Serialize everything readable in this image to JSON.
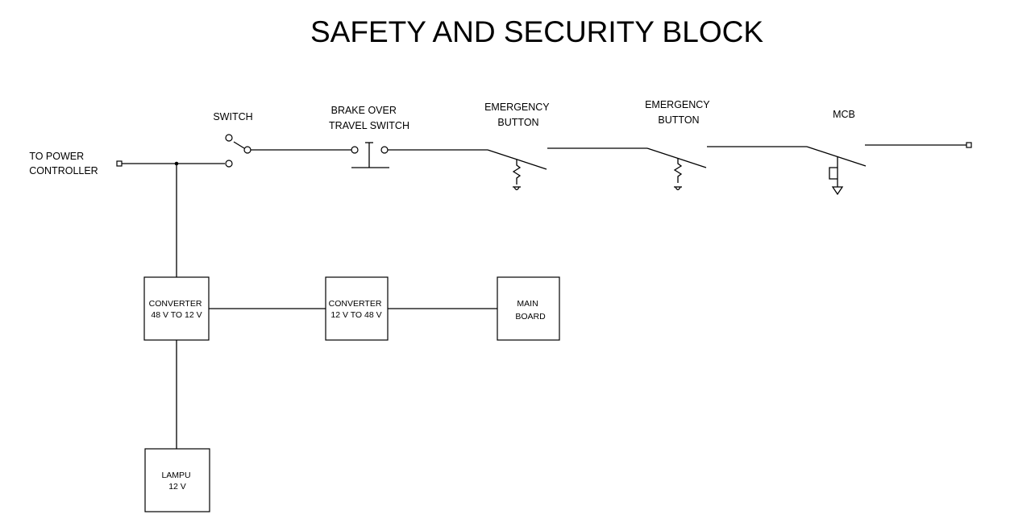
{
  "title": "SAFETY AND SECURITY BLOCK",
  "labels": {
    "power": [
      "TO POWER",
      "CONTROLLER"
    ],
    "switch": "SWITCH",
    "brake": [
      "BRAKE OVER",
      "TRAVEL SWITCH"
    ],
    "emergency1": [
      "EMERGENCY",
      "BUTTON"
    ],
    "emergency2": [
      "EMERGENCY",
      "BUTTON"
    ],
    "mcb": "MCB"
  },
  "blocks": {
    "converter1": [
      "CONVERTER",
      "48 V TO 12 V"
    ],
    "converter2": [
      "CONVERTER",
      "12 V TO 48 V"
    ],
    "mainboard": [
      "MAIN",
      "BOARD"
    ],
    "lampu": [
      "LAMPU",
      "12 V"
    ]
  }
}
